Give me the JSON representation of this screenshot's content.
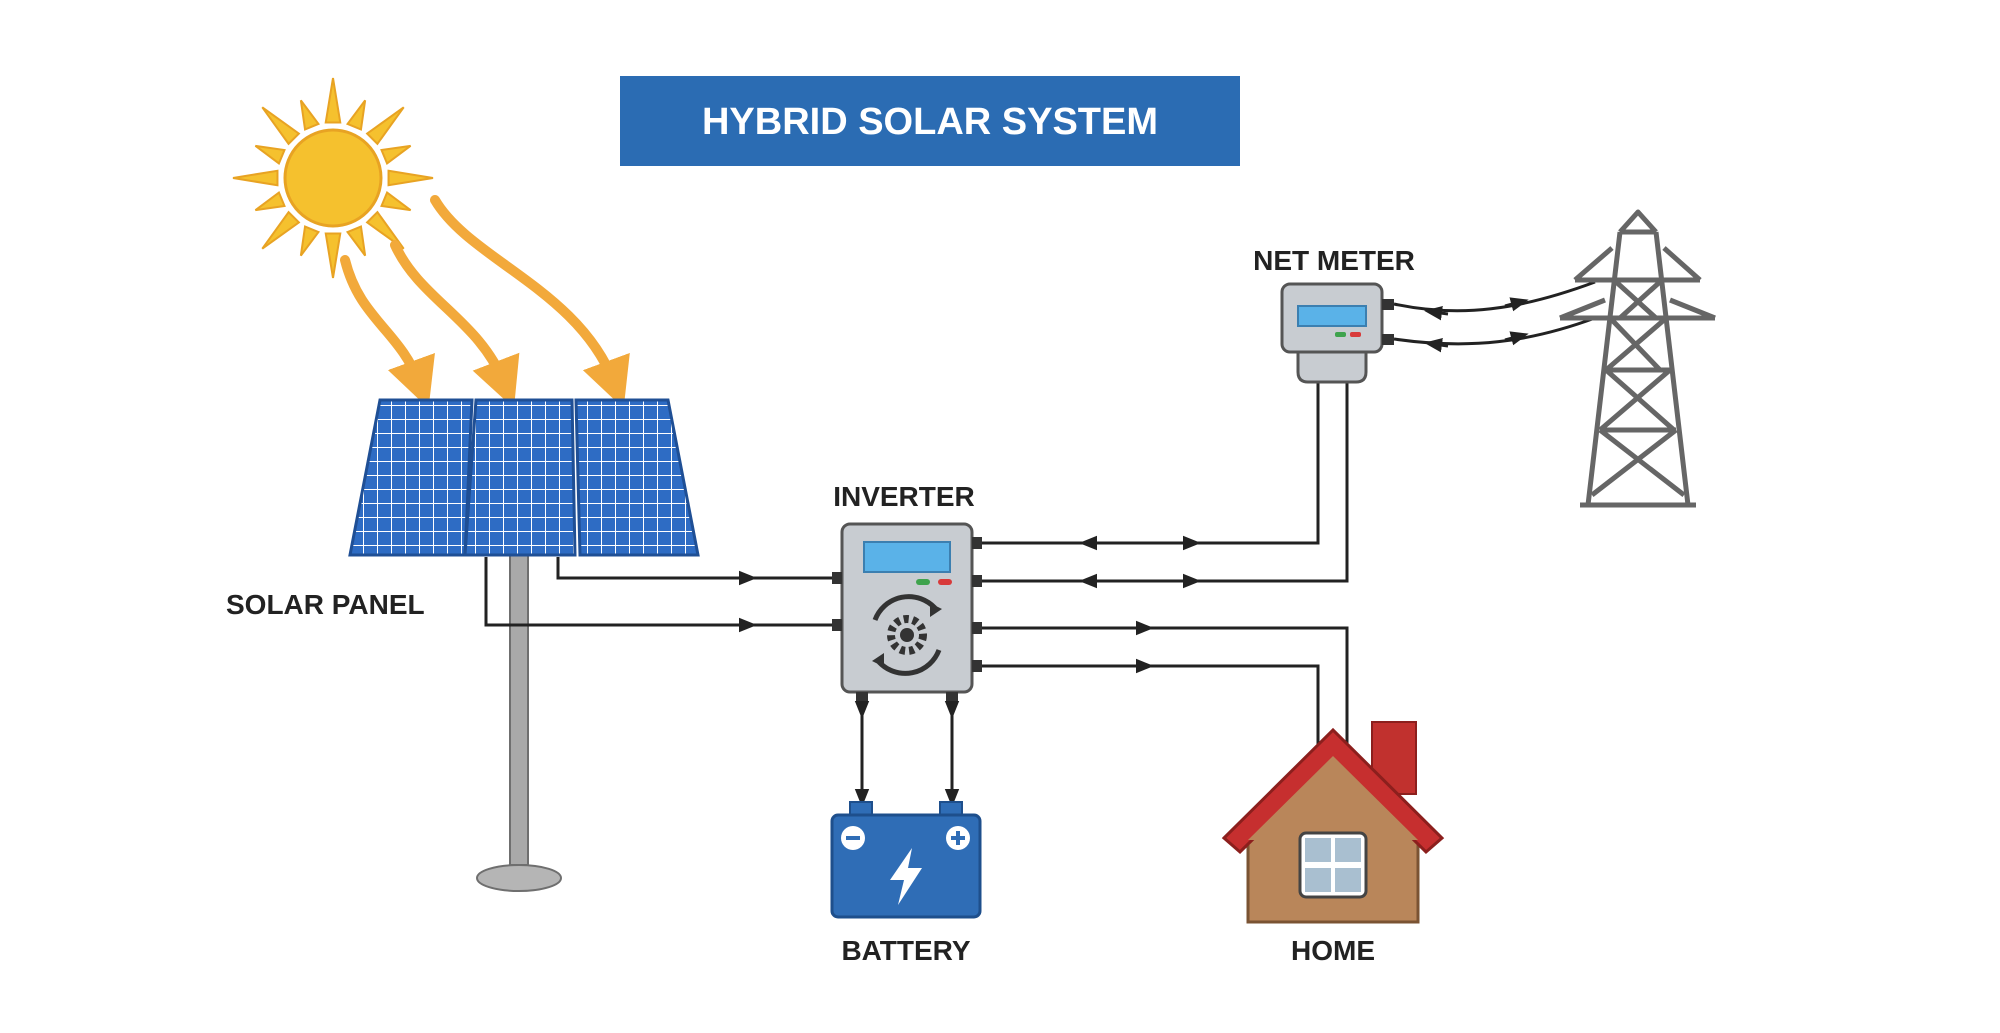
{
  "title": "HYBRID SOLAR SYSTEM",
  "labels": {
    "solar_panel": "SOLAR PANEL",
    "inverter": "INVERTER",
    "battery": "BATTERY",
    "home": "HOME",
    "net_meter": "NET METER"
  },
  "icons": {
    "sun": "sun-icon",
    "panel": "solar-panel-icon",
    "inverter": "inverter-icon",
    "battery": "battery-icon",
    "home": "house-icon",
    "meter": "net-meter-icon",
    "tower": "transmission-tower-icon"
  },
  "colors": {
    "title_bg": "#2B6CB3",
    "sun": "#F5C12E",
    "sun_ray": "#F2A93B",
    "panel": "#2E6CC4",
    "device_body": "#C8CCD1",
    "screen": "#5AB2E8",
    "battery": "#2F6DB6",
    "roof": "#C62F2F",
    "wall": "#B9865A",
    "wire": "#222222",
    "tower": "#666666"
  }
}
